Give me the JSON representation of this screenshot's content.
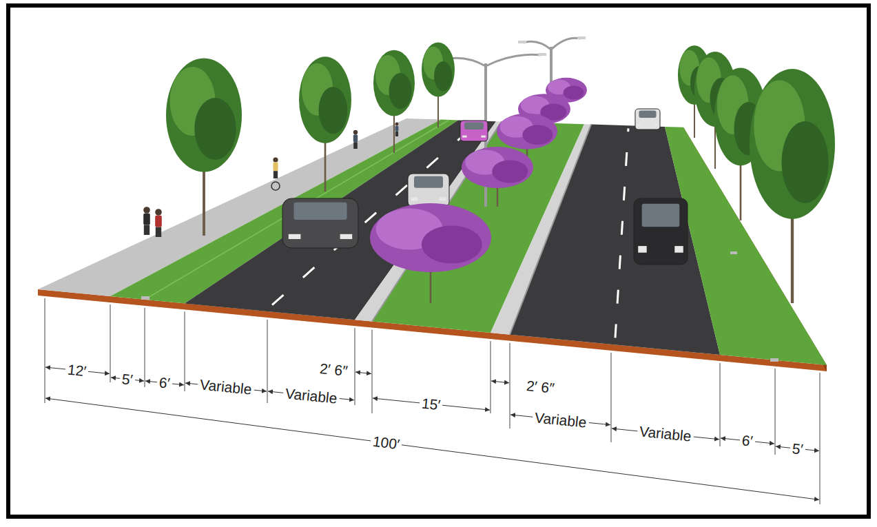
{
  "diagram": {
    "labels": [
      "12′",
      "5′",
      "6′",
      "Variable",
      "Variable",
      "2′ 6″",
      "15′",
      "2′ 6″",
      "Variable",
      "Variable",
      "6′",
      "5′",
      "100′"
    ]
  }
}
